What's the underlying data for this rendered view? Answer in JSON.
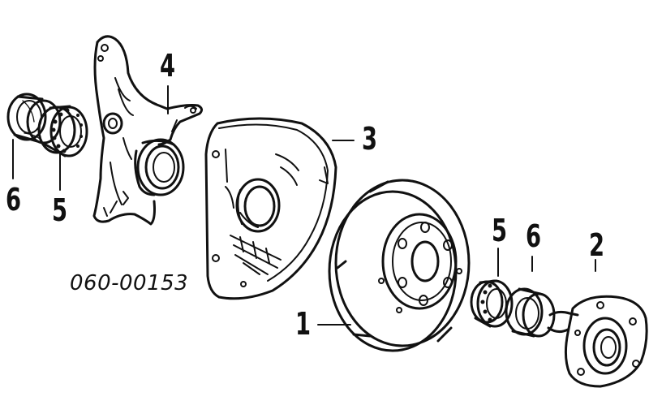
{
  "diagram": {
    "part_number": "060-00153",
    "callouts": {
      "disc": "1",
      "hub": "2",
      "dust_shield": "3",
      "knuckle": "4",
      "bearing_left": "5",
      "race_left": "6",
      "bearing_right": "5",
      "race_right": "6"
    },
    "colors": {
      "ink": "#111111",
      "paper": "#ffffff"
    }
  }
}
